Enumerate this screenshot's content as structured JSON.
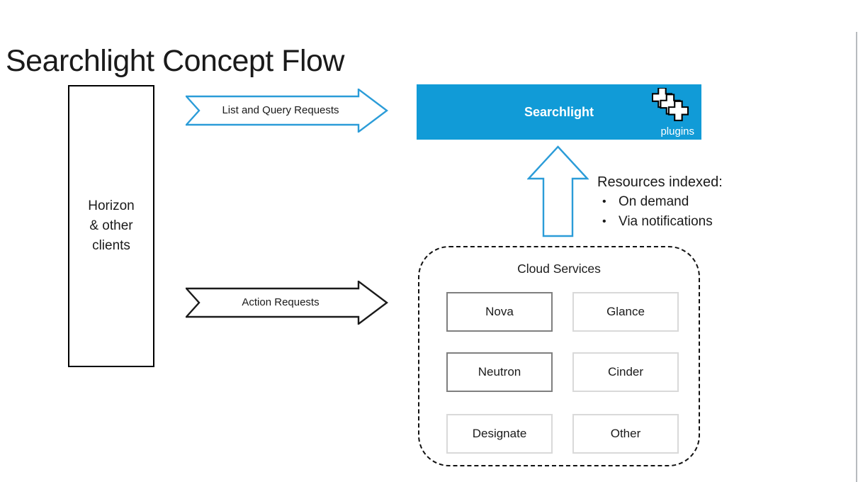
{
  "title": "Searchlight Concept Flow",
  "colors": {
    "searchlight_fill": "#119bd7",
    "arrow_blue": "#2b9cd8",
    "arrow_black": "#1a1a1a",
    "service_border_dark": "#7f7f7f",
    "service_border_light": "#d9d9d9"
  },
  "clients_box": {
    "lines": [
      "Horizon",
      "& other",
      "clients"
    ]
  },
  "arrows": {
    "list_query": {
      "label": "List and Query Requests"
    },
    "action": {
      "label": "Action Requests"
    }
  },
  "searchlight": {
    "label": "Searchlight",
    "plugins_label": "plugins",
    "icon": "plugins-stack-icon"
  },
  "resources": {
    "heading": "Resources indexed:",
    "bullet_glyph": "•",
    "bullets": [
      "On demand",
      "Via notifications"
    ]
  },
  "cloud_services": {
    "title": "Cloud Services",
    "services": [
      {
        "name": "Nova",
        "emphasis": true
      },
      {
        "name": "Glance",
        "emphasis": false
      },
      {
        "name": "Neutron",
        "emphasis": true
      },
      {
        "name": "Cinder",
        "emphasis": false
      },
      {
        "name": "Designate",
        "emphasis": false
      },
      {
        "name": "Other",
        "emphasis": false
      }
    ]
  }
}
